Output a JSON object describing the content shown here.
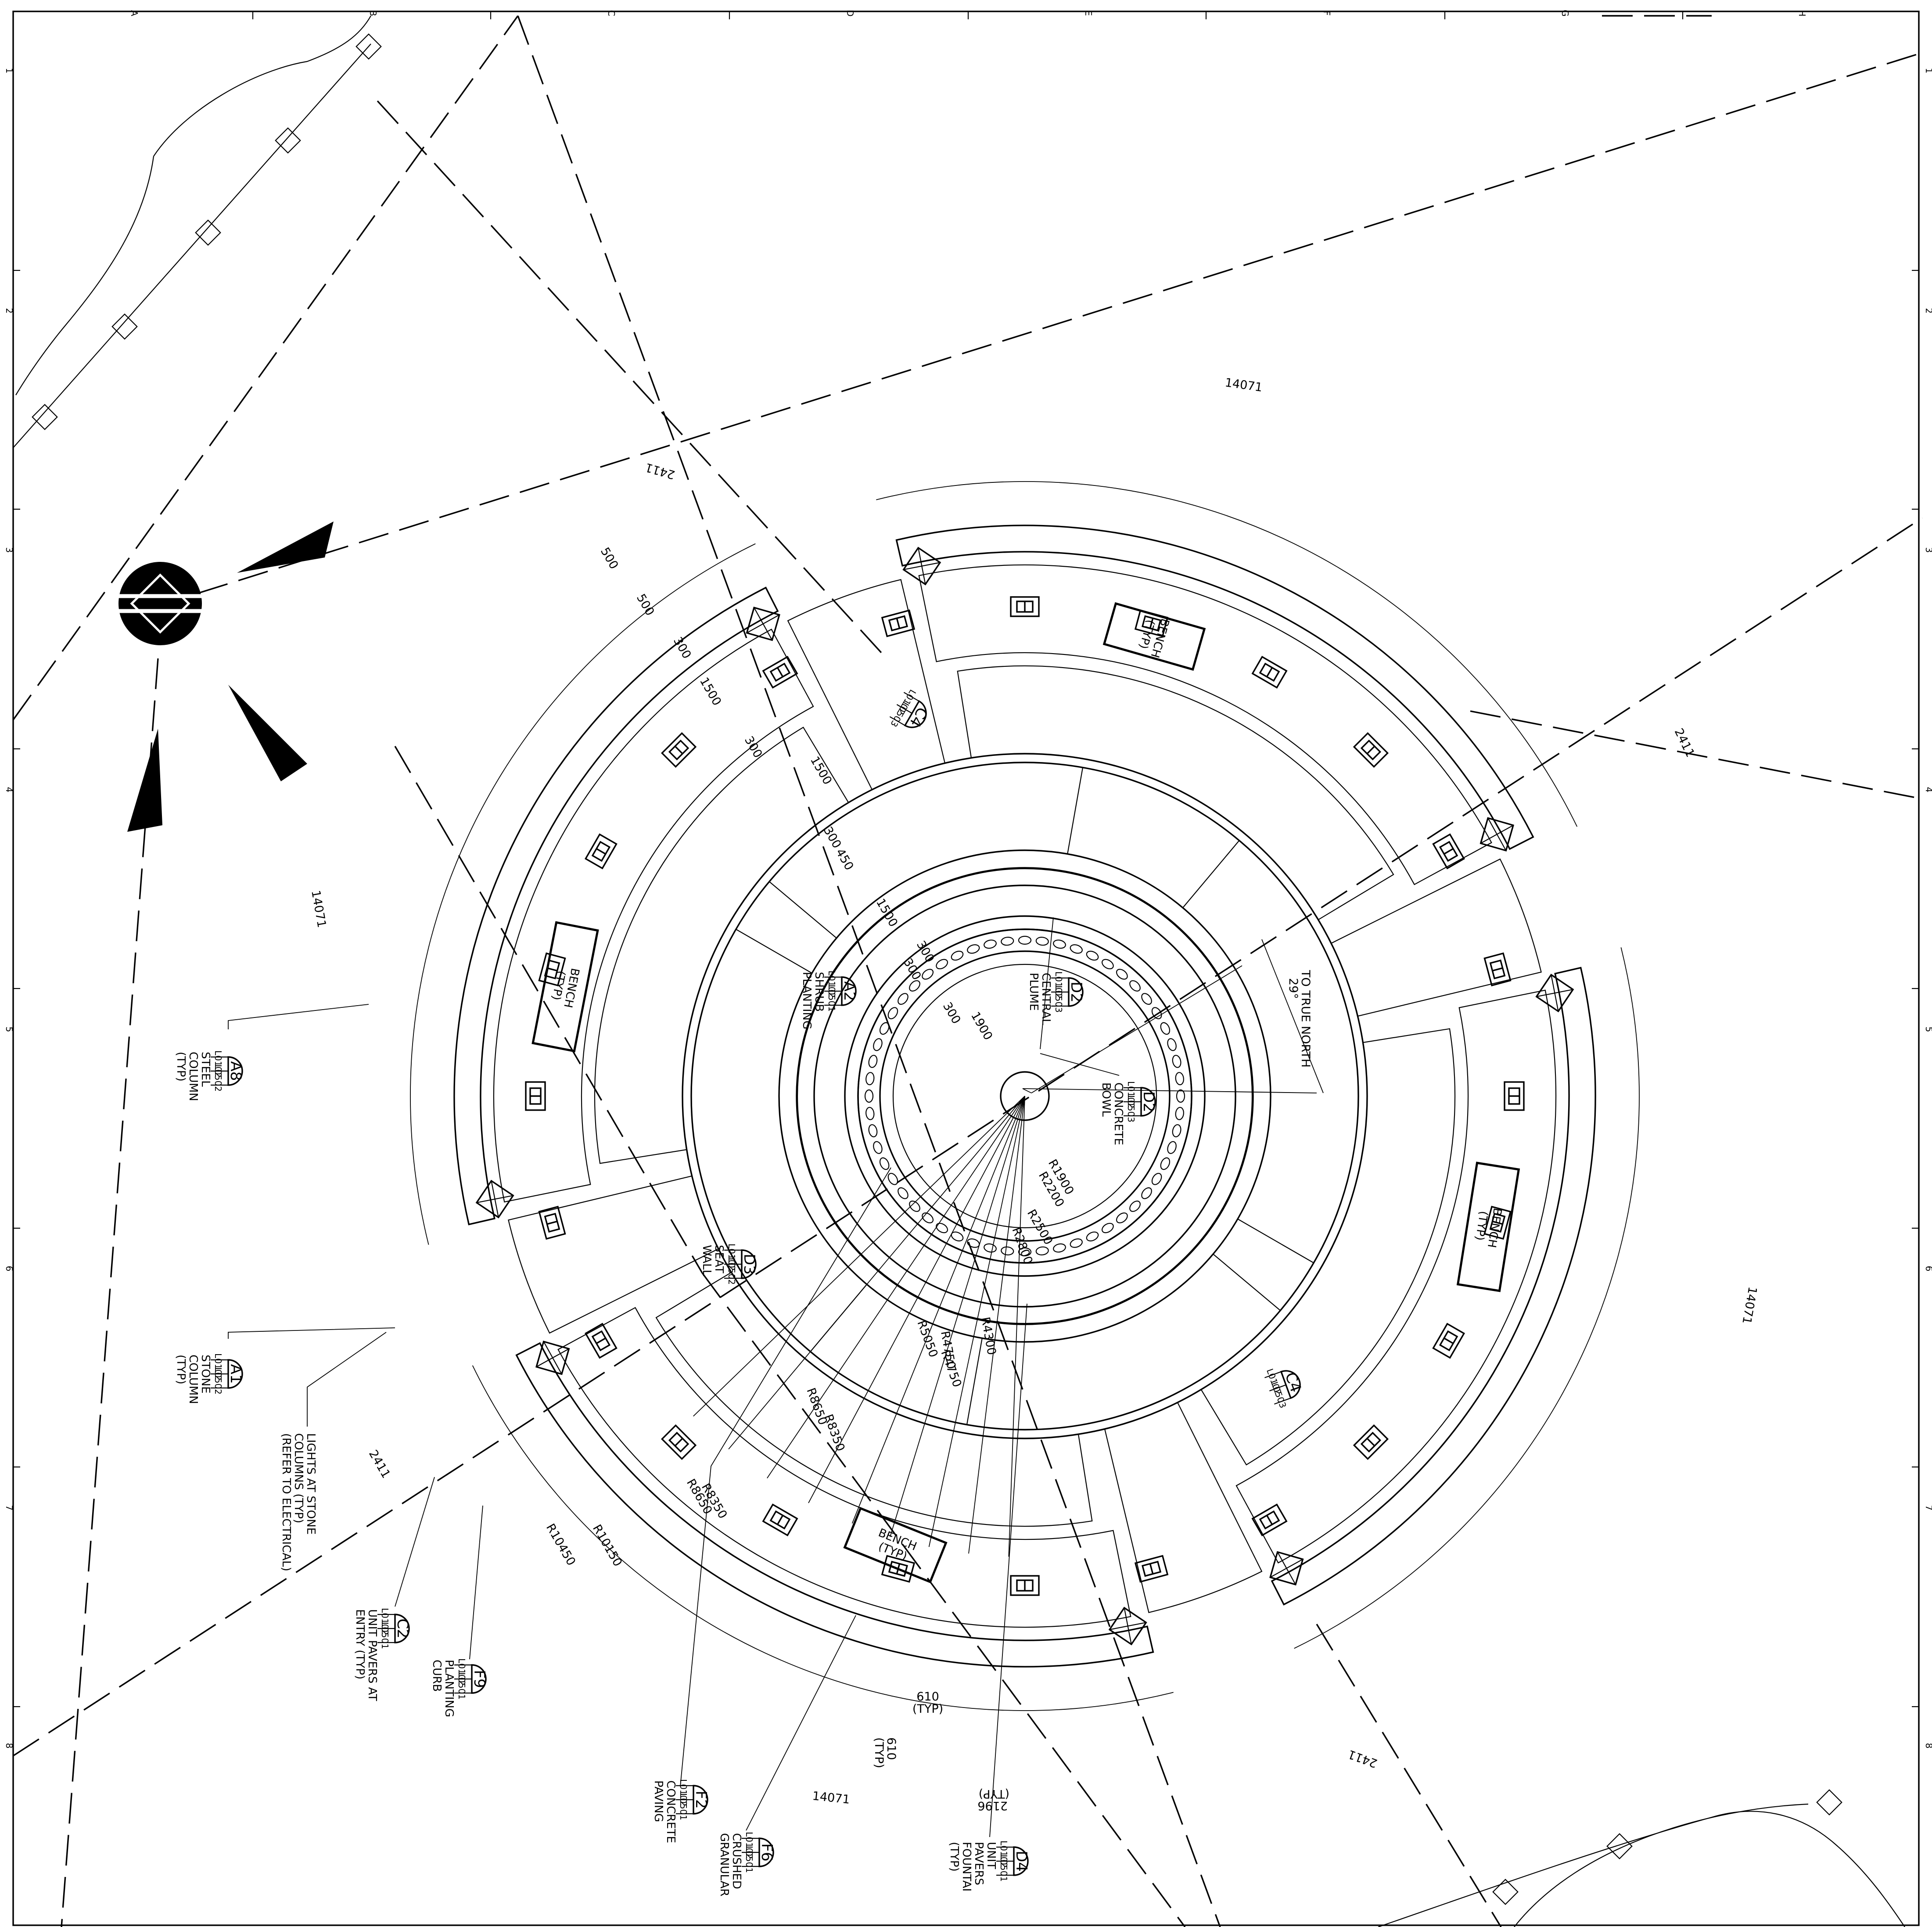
{
  "grid": {
    "columns": [
      "A",
      "B",
      "C",
      "D",
      "E",
      "F",
      "G",
      "H"
    ],
    "rows": [
      "1",
      "2",
      "3",
      "4",
      "5",
      "6",
      "7",
      "8"
    ]
  },
  "north": {
    "angle_label": "29°",
    "label": "TO TRUE NORTH"
  },
  "dimensions": {
    "arc_outer": "14071",
    "gap": "2411",
    "d500": "500",
    "d300": "300",
    "d1500": "1500",
    "d450": "450",
    "d1900": "1900",
    "d610": "610",
    "d610_typ": "(TYP)",
    "d2196": "2196",
    "d2196_typ": "(TYP)",
    "r1900": "R1900",
    "r2200": "R2200",
    "r2500": "R2500",
    "r2800": "R2800",
    "r4300": "R4300",
    "r4750": "R4750",
    "r5050": "R5050",
    "r8350": "R8350",
    "r8650": "R8650",
    "r10150": "R10150",
    "r10450": "R10450"
  },
  "benches": [
    {
      "label": "BENCH",
      "typ": "(TYP)"
    },
    {
      "label": "BENCH",
      "typ": "(TYP)"
    },
    {
      "label": "BENCH",
      "typ": "(TYP)"
    },
    {
      "label": "BENCH",
      "typ": "(TYP)"
    }
  ],
  "callouts": [
    {
      "tag": "D2",
      "ref1": "L0102",
      "ref2": "L0503",
      "lines": [
        "CENTRAL",
        "PLUME"
      ]
    },
    {
      "tag": "D2",
      "ref1": "L0102",
      "ref2": "L0503",
      "lines": [
        "CONCRETE",
        "BOWL"
      ]
    },
    {
      "tag": "A2",
      "ref1": "L0102",
      "ref2": "L0501",
      "lines": [
        "SHRUB",
        "PLANTING"
      ]
    },
    {
      "tag": "D3",
      "ref1": "L0102",
      "ref2": "L0502",
      "lines": [
        "SEAT",
        "WALL"
      ]
    },
    {
      "tag": "C4",
      "ref1": "L0102",
      "ref2": "L0503",
      "lines": []
    },
    {
      "tag": "C4",
      "ref1": "L0102",
      "ref2": "L0503",
      "lines": []
    },
    {
      "tag": "A8",
      "ref1": "L0102",
      "ref2": "L0502",
      "lines": [
        "STEEL",
        "COLUMN",
        "(TYP)"
      ]
    },
    {
      "tag": "A1",
      "ref1": "L0102",
      "ref2": "L0502",
      "lines": [
        "STONE",
        "COLUMN",
        "(TYP)"
      ]
    },
    {
      "tag": "C2",
      "ref1": "L0102",
      "ref2": "L0501",
      "lines": [
        "UNIT PAVERS AT",
        "ENTRY (TYP)"
      ]
    },
    {
      "tag": "F9",
      "ref1": "L0102",
      "ref2": "L0501",
      "lines": [
        "PLANTING",
        "CURB"
      ]
    },
    {
      "tag": "F2",
      "ref1": "L0102",
      "ref2": "L0501",
      "lines": [
        "CONCRETE",
        "PAVING"
      ]
    },
    {
      "tag": "F6",
      "ref1": "L0102",
      "ref2": "L0501",
      "lines": [
        "CRUSHED",
        "GRANULAR"
      ]
    },
    {
      "tag": "D4",
      "ref1": "L0102",
      "ref2": "L0501",
      "lines": [
        "UNIT",
        "PAVERS",
        "FOUNTAI",
        "(TYP)"
      ]
    }
  ],
  "notes": {
    "lights": [
      "LIGHTS AT STONE",
      "COLUMNS (TYP)",
      "(REFER TO ELECTRICAL)"
    ]
  },
  "colors": {
    "ink": "#000000",
    "paper": "#ffffff",
    "hatch_fill": "#e6e6e6",
    "stipple_fill": "#f4f4f4"
  }
}
